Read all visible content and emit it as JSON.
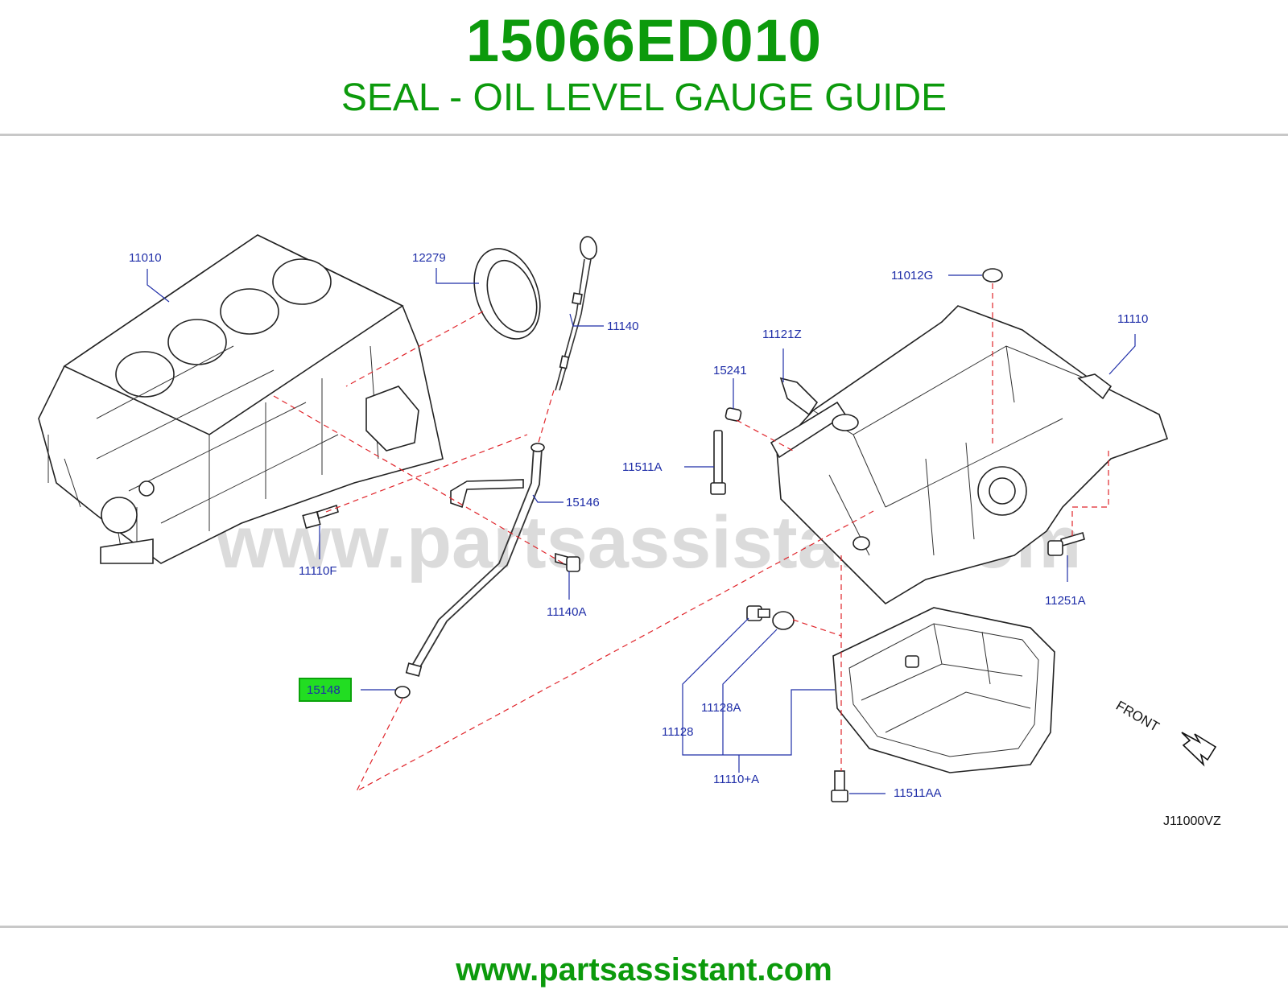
{
  "header": {
    "part_number": "15066ED010",
    "part_title": "SEAL - OIL LEVEL GAUGE GUIDE"
  },
  "diagram": {
    "watermark": "www.partsassistant.com",
    "highlighted_part": "15148",
    "callouts": {
      "c11010": "11010",
      "c12279": "12279",
      "c11140": "11140",
      "c11012G": "11012G",
      "c11110": "11110",
      "c11121Z": "11121Z",
      "c15241": "15241",
      "c11511A": "11511A",
      "c15146": "15146",
      "c11110F": "11110F",
      "c11140A": "11140A",
      "c11251A": "11251A",
      "c15148": "15148",
      "c11128A": "11128A",
      "c11128": "11128",
      "c11110A": "11110+A",
      "c11511AA": "11511AA"
    },
    "front_label": "FRONT",
    "drawing_code": "J11000VZ"
  },
  "footer": {
    "url": "www.partsassistant.com"
  },
  "colors": {
    "brand_green": "#0c9a0c",
    "callout_blue": "#1f2ea8",
    "dash_red": "#e0242a",
    "highlight_green": "#22dd22"
  }
}
